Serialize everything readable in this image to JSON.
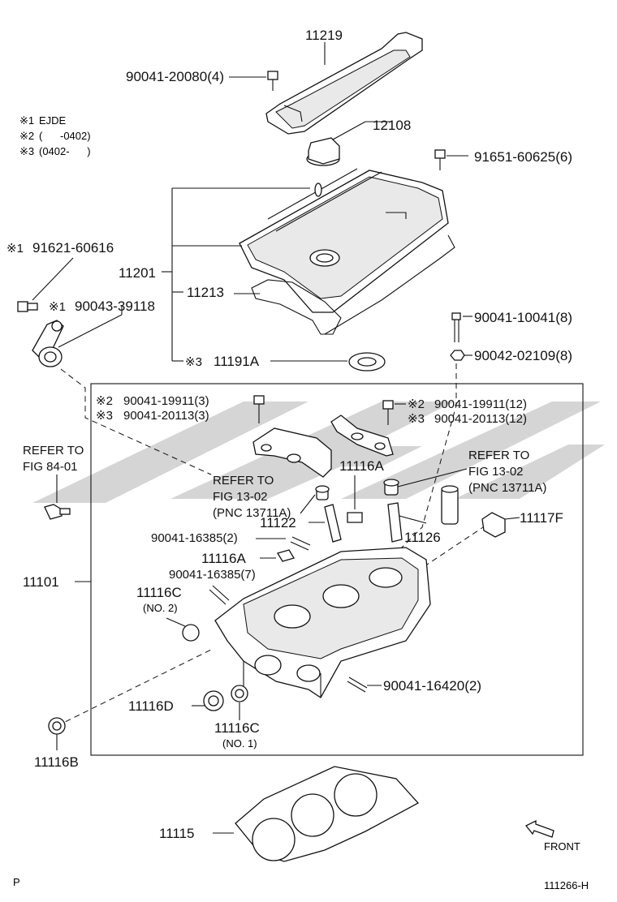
{
  "notes": [
    {
      "mark": "※1",
      "text": "EJDE"
    },
    {
      "mark": "※2",
      "text": "(      -0402)"
    },
    {
      "mark": "※3",
      "text": "(0402-      )"
    }
  ],
  "labels": {
    "cover": "11219",
    "cover_bolt": "90041-20080(4)",
    "oil_cap": "12108",
    "cover_bolt2": "91651-60625(6)",
    "bracket_bolt": "91621-60616",
    "bracket_bolt_mark": "※1",
    "bracket_nut": "90043-39118",
    "bracket_nut_mark": "※1",
    "head_cover_assy": "11201",
    "gasket": "11213",
    "plug_seal": "11191A",
    "plug_seal_mark": "※3",
    "stud": "90041-10041(8)",
    "washer": "90042-02109(8)",
    "cap_bolt_l1": "90041-19911(3)",
    "cap_bolt_l1_mark": "※2",
    "cap_bolt_l2": "90041-20113(3)",
    "cap_bolt_l2_mark": "※3",
    "cap_bolt_r1": "90041-19911(12)",
    "cap_bolt_r1_mark": "※2",
    "cap_bolt_r2": "90041-20113(12)",
    "cap_bolt_r2_mark": "※3",
    "refer_left_1": "REFER TO",
    "refer_left_2": "FIG 84-01",
    "refer_mid_1": "REFER TO",
    "refer_mid_2": "FIG 13-02",
    "refer_mid_3": "(PNC 13711A)",
    "refer_right_1": "REFER TO",
    "refer_right_2": "FIG 13-02",
    "refer_right_3": "(PNC 13711A)",
    "plug_a_top": "11116A",
    "guide_in": "11122",
    "guide_ex": "11126",
    "plug_f": "11117F",
    "stud_a": "90041-16385(2)",
    "plug_a_mid": "11116A",
    "stud_b": "90041-16385(7)",
    "head": "11101",
    "plug_c2": "11116C",
    "plug_c2_sub": "(NO. 2)",
    "stud_c": "90041-16420(2)",
    "plug_d": "11116D",
    "plug_c1": "11116C",
    "plug_c1_sub": "(NO. 1)",
    "plug_b": "11116B",
    "head_gasket": "11115",
    "front": "FRONT",
    "corner_left": "P",
    "corner_right": "111266-H"
  }
}
